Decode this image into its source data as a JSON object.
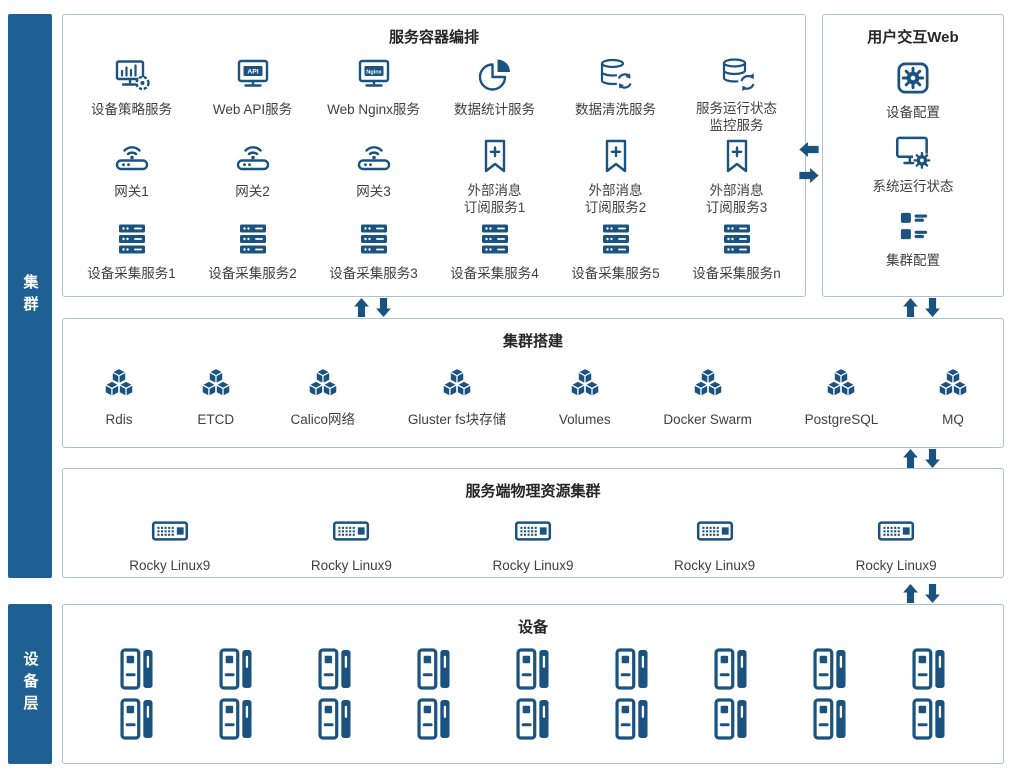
{
  "colors": {
    "accent": "#1a5380",
    "sidebar_bg": "#1e6093",
    "panel_border": "#a6c3da",
    "title_text": "#262626",
    "label_text": "#3f3f3f"
  },
  "sidebar": {
    "cluster": "集群",
    "device_layer": "设备层"
  },
  "orchestration": {
    "title": "服务容器编排",
    "rows": [
      [
        {
          "icon": "monitor-chart",
          "label": "设备策略服务"
        },
        {
          "icon": "api-box",
          "label": "Web API服务"
        },
        {
          "icon": "nginx-box",
          "label": "Web Nginx服务"
        },
        {
          "icon": "pie-chart",
          "label": "数据统计服务"
        },
        {
          "icon": "db-refresh",
          "label": "数据清洗服务"
        },
        {
          "icon": "db-monitor",
          "label": "服务运行状态\n监控服务"
        }
      ],
      [
        {
          "icon": "gateway",
          "label": "网关1"
        },
        {
          "icon": "gateway",
          "label": "网关2"
        },
        {
          "icon": "gateway",
          "label": "网关3"
        },
        {
          "icon": "subscribe",
          "label": "外部消息\n订阅服务1"
        },
        {
          "icon": "subscribe",
          "label": "外部消息\n订阅服务2"
        },
        {
          "icon": "subscribe",
          "label": "外部消息\n订阅服务3"
        }
      ],
      [
        {
          "icon": "server-stack",
          "label": "设备采集服务1"
        },
        {
          "icon": "server-stack",
          "label": "设备采集服务2"
        },
        {
          "icon": "server-stack",
          "label": "设备采集服务3"
        },
        {
          "icon": "server-stack",
          "label": "设备采集服务4"
        },
        {
          "icon": "server-stack",
          "label": "设备采集服务5"
        },
        {
          "icon": "server-stack",
          "label": "设备采集服务n"
        }
      ]
    ]
  },
  "user_web": {
    "title": "用户交互Web",
    "items": [
      {
        "icon": "gear-square",
        "label": "设备配置"
      },
      {
        "icon": "monitor-gear",
        "label": "系统运行状态"
      },
      {
        "icon": "cluster-config",
        "label": "集群配置"
      }
    ]
  },
  "cluster_setup": {
    "title": "集群搭建",
    "items": [
      {
        "icon": "cubes",
        "label": "Rdis"
      },
      {
        "icon": "cubes",
        "label": "ETCD"
      },
      {
        "icon": "cubes",
        "label": "Calico网络"
      },
      {
        "icon": "cubes",
        "label": "Gluster fs块存储"
      },
      {
        "icon": "cubes",
        "label": "Volumes"
      },
      {
        "icon": "cubes",
        "label": "Docker Swarm"
      },
      {
        "icon": "cubes",
        "label": "PostgreSQL"
      },
      {
        "icon": "cubes",
        "label": "MQ"
      }
    ]
  },
  "physical_cluster": {
    "title": "服务端物理资源集群",
    "items": [
      {
        "icon": "server-unit",
        "label": "Rocky Linux9"
      },
      {
        "icon": "server-unit",
        "label": "Rocky Linux9"
      },
      {
        "icon": "server-unit",
        "label": "Rocky Linux9"
      },
      {
        "icon": "server-unit",
        "label": "Rocky Linux9"
      },
      {
        "icon": "server-unit",
        "label": "Rocky Linux9"
      }
    ]
  },
  "devices": {
    "title": "设备",
    "icon": "device-cabinet",
    "rows": 2,
    "columns": 9
  }
}
